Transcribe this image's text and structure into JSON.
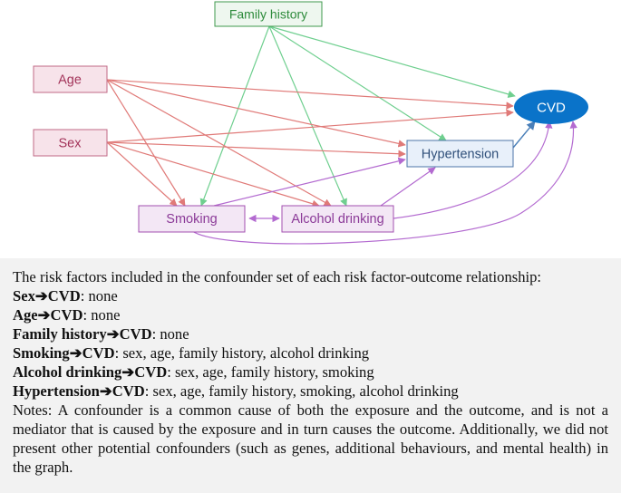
{
  "diagram": {
    "nodes": {
      "family_history": {
        "label": "Family history",
        "fill": "#eef7ef",
        "stroke": "#3f9a4c",
        "text": "#2e8b3c"
      },
      "age": {
        "label": "Age",
        "fill": "#f7e3ea",
        "stroke": "#c06a86",
        "text": "#a3345a"
      },
      "sex": {
        "label": "Sex",
        "fill": "#f7e3ea",
        "stroke": "#c06a86",
        "text": "#a3345a"
      },
      "smoking": {
        "label": "Smoking",
        "fill": "#f3e7f5",
        "stroke": "#a34fb0",
        "text": "#8b3a98"
      },
      "alcohol": {
        "label": "Alcohol drinking",
        "fill": "#f3e7f5",
        "stroke": "#a34fb0",
        "text": "#8b3a98"
      },
      "hypertension": {
        "label": "Hypertension",
        "fill": "#e8f0fa",
        "stroke": "#4c75a8",
        "text": "#2f4f7a"
      },
      "cvd": {
        "label": "CVD",
        "fill": "#0a73c9",
        "text": "#ffffff"
      }
    },
    "edge_colors": {
      "family_history": "#6fcf8f",
      "age_sex": "#e07a78",
      "behaviour": "#b36ad0",
      "hypertension": "#4a7fb8"
    },
    "edges": [
      [
        "family_history",
        "cvd"
      ],
      [
        "family_history",
        "hypertension"
      ],
      [
        "family_history",
        "smoking"
      ],
      [
        "family_history",
        "alcohol"
      ],
      [
        "age",
        "cvd"
      ],
      [
        "age",
        "hypertension"
      ],
      [
        "age",
        "smoking"
      ],
      [
        "age",
        "alcohol"
      ],
      [
        "sex",
        "cvd"
      ],
      [
        "sex",
        "hypertension"
      ],
      [
        "sex",
        "smoking"
      ],
      [
        "sex",
        "alcohol"
      ],
      [
        "smoking",
        "hypertension"
      ],
      [
        "smoking",
        "cvd"
      ],
      [
        "alcohol",
        "hypertension"
      ],
      [
        "alcohol",
        "cvd"
      ],
      [
        "smoking",
        "alcohol"
      ],
      [
        "alcohol",
        "smoking"
      ],
      [
        "hypertension",
        "cvd"
      ]
    ]
  },
  "notes": {
    "intro": "The risk factors included in the confounder set of each risk factor-outcome relationship:",
    "relations": [
      {
        "label": "Sex➔CVD",
        "value": ": none"
      },
      {
        "label": "Age➔CVD",
        "value": ": none"
      },
      {
        "label": "Family history➔CVD",
        "value": ": none"
      },
      {
        "label": "Smoking➔CVD",
        "value": ": sex, age, family history, alcohol drinking"
      },
      {
        "label": "Alcohol drinking➔CVD",
        "value": ": sex, age, family history, smoking"
      },
      {
        "label": "Hypertension➔CVD",
        "value": ": sex, age, family history, smoking, alcohol drinking"
      }
    ],
    "footnote": "Notes: A confounder is a common cause of both the exposure and the outcome, and is not a mediator that is caused by the exposure and in turn causes the outcome. Additionally, we did not present other potential confounders (such as genes, additional behaviours, and mental health) in the graph."
  }
}
